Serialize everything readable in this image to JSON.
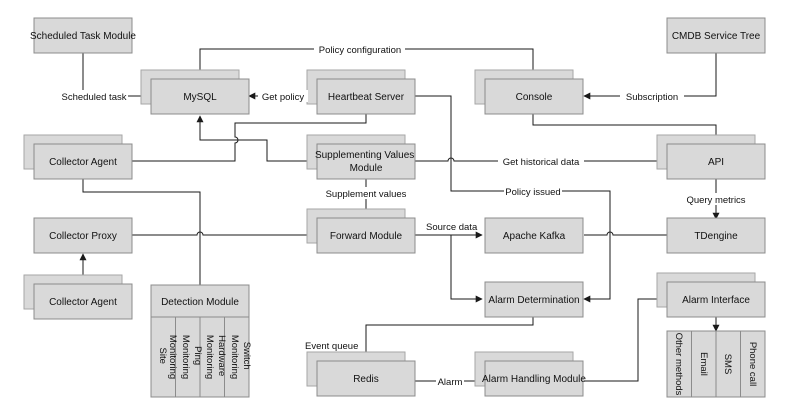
{
  "nodes": {
    "scheduled_task_module": "Scheduled Task Module",
    "cmdb_service_tree": "CMDB Service Tree",
    "mysql": "MySQL",
    "heartbeat_server": "Heartbeat Server",
    "console": "Console",
    "collector_agent_1": "Collector Agent",
    "supplementing_values_module": [
      "Supplementing Values",
      "Module"
    ],
    "api": "API",
    "collector_proxy": "Collector Proxy",
    "forward_module": "Forward Module",
    "apache_kafka": "Apache Kafka",
    "tdengine": "TDengine",
    "collector_agent_2": "Collector Agent",
    "detection_module": "Detection Module",
    "alarm_determination": "Alarm Determination",
    "alarm_interface": "Alarm Interface",
    "redis": "Redis",
    "alarm_handling_module": "Alarm Handling Module"
  },
  "detection_submodules": [
    [
      "Site",
      "Monitoring"
    ],
    [
      "Ping",
      "Monitoring"
    ],
    [
      "Hardware",
      "Monitoring"
    ],
    [
      "Switch",
      "Monitoring"
    ]
  ],
  "alarm_methods": [
    [
      "Other methods"
    ],
    [
      "Email"
    ],
    [
      "SMS"
    ],
    [
      "Phone call"
    ]
  ],
  "edge_labels": {
    "policy_configuration": "Policy configuration",
    "scheduled_task": "Scheduled task",
    "get_policy": "Get policy",
    "subscription": "Subscription",
    "get_historical_data": "Get historical data",
    "supplement_values": "Supplement values",
    "policy_issued": "Policy issued",
    "query_metrics": "Query metrics",
    "source_data": "Source data",
    "event_queue": "Event queue",
    "alarm": "Alarm"
  }
}
